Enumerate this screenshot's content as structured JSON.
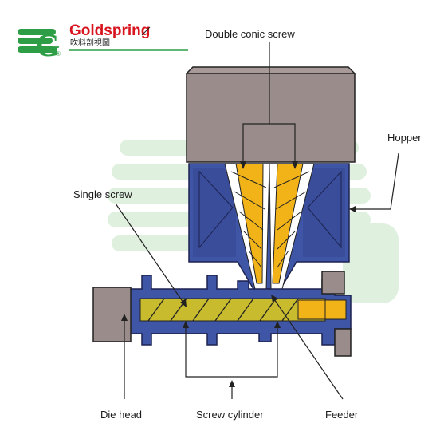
{
  "brand": {
    "name": "Goldspring",
    "subtitle": "吹料剖視圖",
    "mark_letter": "G",
    "registered": "®",
    "green": "#2e9e46",
    "red": "#d8141e"
  },
  "labels": {
    "double_conic_screw": "Double conic screw",
    "hopper": "Hopper",
    "single_screw": "Single screw",
    "die_head": "Die head",
    "screw_cylinder": "Screw cylinder",
    "feeder": "Feeder"
  },
  "colors": {
    "housing": "#9a8c8a",
    "barrel": "#3f55a6",
    "screw": "#c8bb2e",
    "conic_screw": "#f2b318",
    "watermark": "#d9ecd8"
  }
}
